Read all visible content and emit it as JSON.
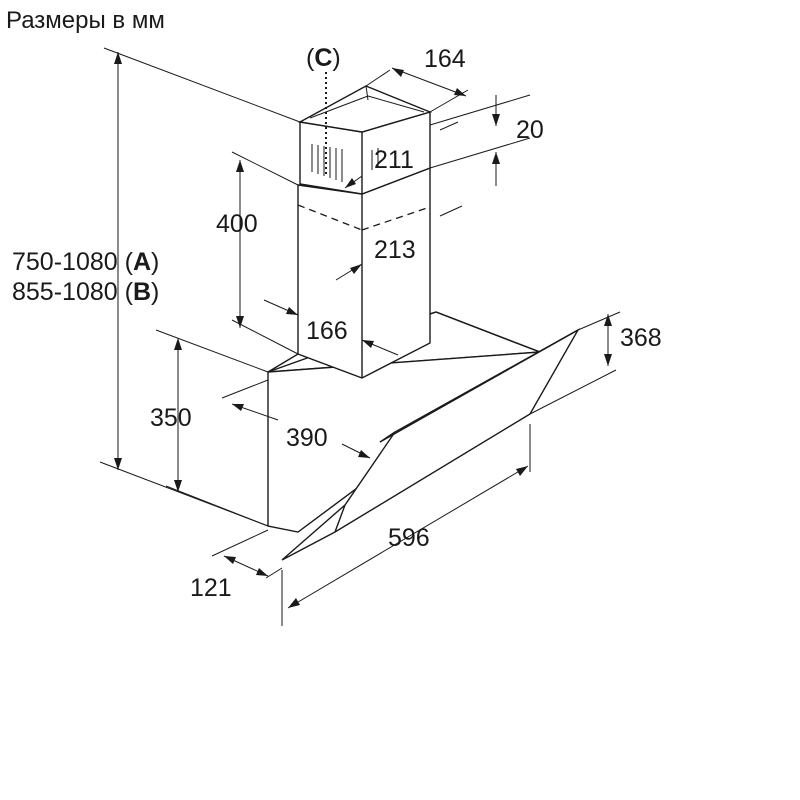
{
  "title": "Размеры в мм",
  "dimensions": {
    "chimney_width": "164",
    "chimney_gap": "20",
    "chimney_depth_inner": "211",
    "chimney_depth_outer": "213",
    "chimney_width_lower": "166",
    "chimney_lower_height": "400",
    "total_height_a": "750-1080",
    "total_height_a_label": "A",
    "total_height_b": "855-1080",
    "total_height_b_label": "B",
    "body_height": "350",
    "depth": "390",
    "panel_height": "368",
    "width": "596",
    "front_offset": "121",
    "connector_label": "C"
  }
}
